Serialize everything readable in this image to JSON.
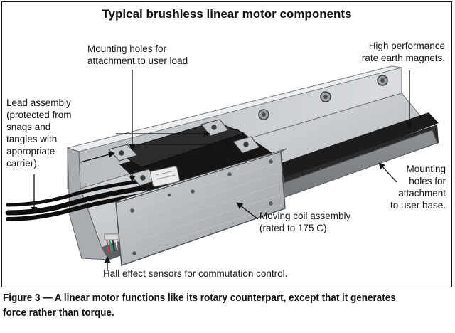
{
  "figure": {
    "title": "Typical brushless linear motor components",
    "caption": "Figure 3 — A linear motor functions like its rotary counterpart, except that it generates force rather than torque."
  },
  "labels": {
    "mounting_holes_load": "Mounting holes for\nattachment to user load",
    "magnets": "High performance\nrate earth magnets.",
    "lead_assembly": "Lead assembly\n(protected from\nsnags and\ntangles with\nappropriate\ncarrier).",
    "mounting_holes_base": "Mounting\nholes for\nattachment\nto user base.",
    "moving_coil": "Moving coil assembly\n(rated to 175 C).",
    "hall_sensors": "Hall effect sensors for commutation control."
  },
  "colors": {
    "rail_light": "#c9ccd0",
    "rail_mid": "#9ea3a8",
    "rail_dark": "#5c6166",
    "coil_plate": "#b9bbbd",
    "magnet_dark": "#1c1c1c",
    "cable": "#0e0e0e",
    "connector": "#e8e8e8"
  }
}
